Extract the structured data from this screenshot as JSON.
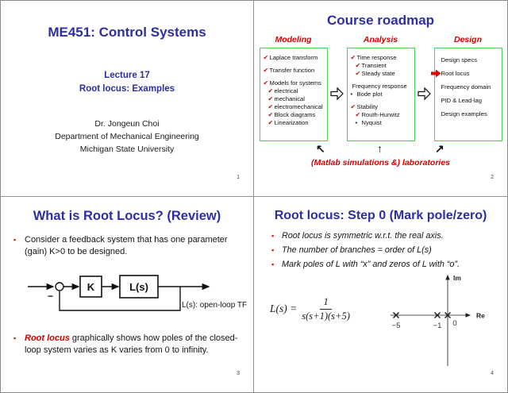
{
  "colors": {
    "title_blue": "#2e2ea2",
    "accent_red": "#d40000",
    "check_red": "#b81414",
    "box_green": "#55cf55"
  },
  "icons": {
    "check": "✔",
    "dot": "•",
    "square": "▪",
    "up_left_arrow": "↖",
    "up_arrow": "↑",
    "up_right_arrow": "↗"
  },
  "slide1": {
    "title": "ME451: Control Systems",
    "subtitle_line1": "Lecture 17",
    "subtitle_line2": "Root locus: Examples",
    "author": "Dr. Jongeun Choi",
    "department": "Department of Mechanical Engineering",
    "university": "Michigan State University",
    "page": "1"
  },
  "slide2": {
    "title": "Course roadmap",
    "columns": [
      {
        "header": "Modeling",
        "items": [
          {
            "label": "Laplace transform"
          },
          {
            "label": "Transfer function"
          },
          {
            "label": "Models for systems"
          },
          {
            "label": "electrical"
          },
          {
            "label": "mechanical"
          },
          {
            "label": "electromechanical"
          },
          {
            "label": "Block diagrams"
          },
          {
            "label": "Linearization"
          }
        ]
      },
      {
        "header": "Analysis",
        "items": [
          {
            "label": "Time response"
          },
          {
            "label": "Transient"
          },
          {
            "label": "Steady state"
          },
          {
            "label": "Frequency response"
          },
          {
            "label": "Bode plot"
          },
          {
            "label": "Stability"
          },
          {
            "label": "Routh-Hurwitz"
          },
          {
            "label": "Nyquist"
          }
        ]
      },
      {
        "header": "Design",
        "items": [
          {
            "label": "Design specs"
          },
          {
            "label": "Root locus"
          },
          {
            "label": "Frequency domain"
          },
          {
            "label": "PID & Lead-lag"
          },
          {
            "label": "Design examples"
          }
        ]
      }
    ],
    "footer": "(Matlab simulations &) laboratories",
    "page": "2"
  },
  "slide3": {
    "title": "What is Root Locus? (Review)",
    "bullet1": "Consider a feedback system that has one parameter (gain) K>0 to be designed.",
    "bullet2_lead": "Root locus",
    "bullet2_rest": " graphically shows how poles of the closed-loop system varies as K varies from 0 to infinity.",
    "diagram": {
      "gain_label": "K",
      "plant_label": "L(s)",
      "minus": "−",
      "caption": "L(s): open-loop TF"
    },
    "page": "3"
  },
  "slide4": {
    "title": "Root locus: Step 0 (Mark pole/zero)",
    "bullets": [
      "Root locus is symmetric w.r.t. the real axis.",
      "The number of branches = order of L(s)",
      "Mark poles of L with “x” and zeros of L with “o”."
    ],
    "formula": {
      "lhs": "L(s) =",
      "num": "1",
      "den": "s(s+1)(s+5)"
    },
    "plot": {
      "type": "scatter",
      "xlabel": "Re",
      "ylabel": "Im",
      "poles": [
        -5,
        -1,
        0
      ],
      "zeros": [],
      "tick_labels": [
        "−5",
        "−1",
        "0"
      ]
    },
    "page": "4"
  }
}
